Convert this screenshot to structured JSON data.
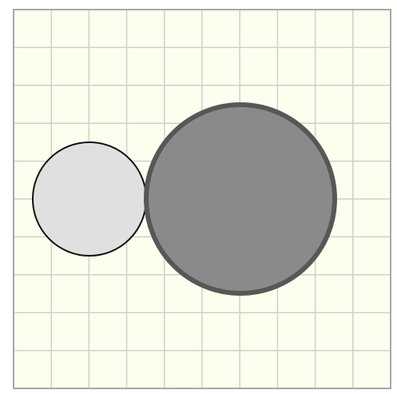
{
  "canvas": {
    "background": "#fefeee",
    "border_color": "#a8a8a8",
    "grid_color": "#cfcfcf",
    "grid": true,
    "grid_cells": 10
  },
  "shapes": [
    {
      "id": "small-circle",
      "kind": "circle",
      "fill": "#e0e0e0",
      "stroke": "#111111"
    },
    {
      "id": "large-circle",
      "kind": "circle",
      "fill": "#8a8a8a",
      "stroke": "#575757"
    }
  ]
}
